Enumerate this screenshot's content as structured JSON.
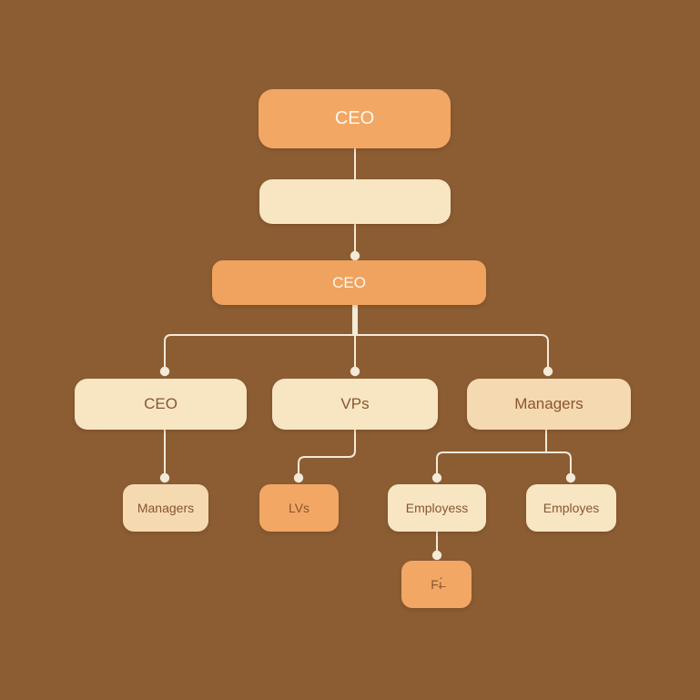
{
  "diagram": {
    "nodes": {
      "top": "CEO",
      "blank": "",
      "center": "CEO",
      "left": "CEO",
      "middle": "VPs",
      "right": "Managers",
      "left_child": "Managers",
      "middle_child": "LVs",
      "right_child_a": "Employess",
      "right_child_b": "Employes",
      "bottom": "Fı̶́"
    },
    "colors": {
      "background": "#8c5d33",
      "dark_box": "#f2a764",
      "light_box": "#f8e6c3",
      "mid_box": "#f5d9b1",
      "connector": "#f3ead8"
    }
  }
}
